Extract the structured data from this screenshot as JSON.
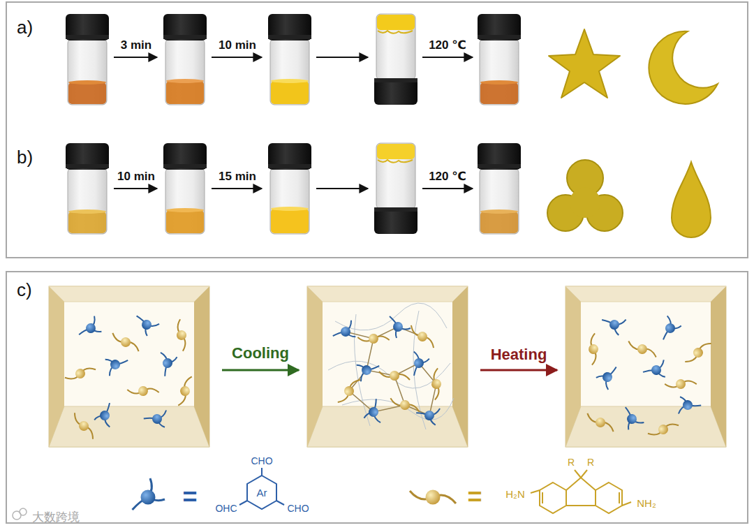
{
  "diagram": {
    "nodes": [
      {
        "text": [
          "a)",
          "b)"
        ]
      },
      {
        "text": [
          "c)"
        ]
      }
    ],
    "labels": [
      "3 min",
      "10 min",
      "120 ℃",
      "10 min",
      "15 min",
      "120 ℃",
      "Cooling",
      "Heating",
      "=",
      "CHO",
      "Ar",
      "OHC",
      "CHO",
      "=",
      "R",
      "R",
      "H₂N",
      "NH₂",
      "大数跨境"
    ]
  }
}
